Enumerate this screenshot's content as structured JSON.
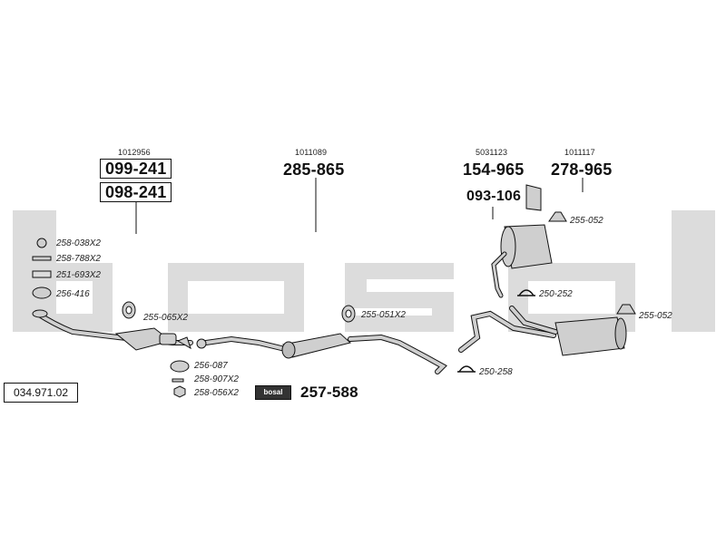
{
  "watermark": "bosal",
  "catalog_number": "034.971.02",
  "groups": {
    "front": {
      "oem_ref": "1012956",
      "part_primary": "099-241",
      "part_secondary": "098-241"
    },
    "middle": {
      "oem_ref": "1011089",
      "part_primary": "285-865"
    },
    "rear_left": {
      "oem_ref": "5031123",
      "part_primary": "154-965",
      "part_secondary": "093-106"
    },
    "rear_right": {
      "oem_ref": "1011117",
      "part_primary": "278-965"
    }
  },
  "accessories_left": [
    "258-038X2",
    "258-788X2",
    "251-693X2",
    "256-416"
  ],
  "hardware_labels": {
    "front_hanger": "255-065X2",
    "mid_hanger": "255-051X2",
    "rear_hanger_top": "255-052",
    "clamp_upper": "250-252",
    "rear_hanger_right": "255-052",
    "clamp_lower": "250-258",
    "gasket": "256-087",
    "bolt": "258-907X2",
    "nut": "258-056X2"
  },
  "mounting_kit": {
    "badge": "bosal",
    "part": "257-588"
  },
  "colors": {
    "watermark": "#dcdcdc",
    "line": "#111111",
    "part_fill": "#cfcfcf"
  }
}
